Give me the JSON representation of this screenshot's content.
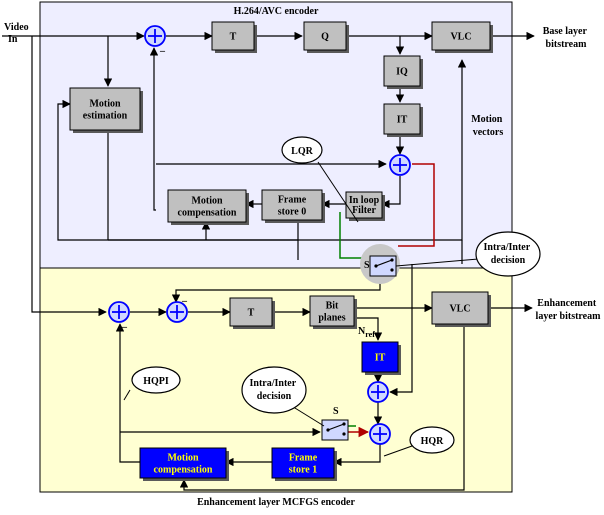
{
  "diagram": {
    "input_label": "Video\nIn",
    "base_region_title": "H.264/AVC encoder",
    "enh_region_title": "Enhancement layer MCFGS encoder",
    "base_output": "Base layer\nbitstream",
    "enh_output": "Enhancement\nlayer bitstream",
    "motion_vectors": "Motion\nvectors",
    "nref": "N",
    "nref_sub": "ref",
    "switch_label": "S",
    "minus": "–",
    "blocks": {
      "t_base": "T",
      "q": "Q",
      "vlc_base": "VLC",
      "iq": "IQ",
      "it_base": "IT",
      "motion_estimation": "Motion\nestimation",
      "motion_comp_base": "Motion\ncompensation",
      "frame_store_0": "Frame\nstore 0",
      "in_loop_filter": "In loop\nFilter",
      "t_enh": "T",
      "bit_planes": "Bit\nplanes",
      "vlc_enh": "VLC",
      "it_enh": "IT",
      "motion_comp_enh": "Motion\ncompensation",
      "frame_store_1": "Frame\nstore 1"
    },
    "callouts": {
      "lqr": "LQR",
      "intra_inter_right": "Intra/Inter\ndecision",
      "hqpi": "HQPI",
      "intra_inter_left": "Intra/Inter\ndecision",
      "hqr": "HQR"
    },
    "colors": {
      "base_bg": "#eeeeff",
      "enh_bg": "#ffffd2",
      "block_gray": "#c0c0c0",
      "block_blue": "#0000ff",
      "accent_green": "#008000",
      "accent_red": "#b00000"
    }
  }
}
